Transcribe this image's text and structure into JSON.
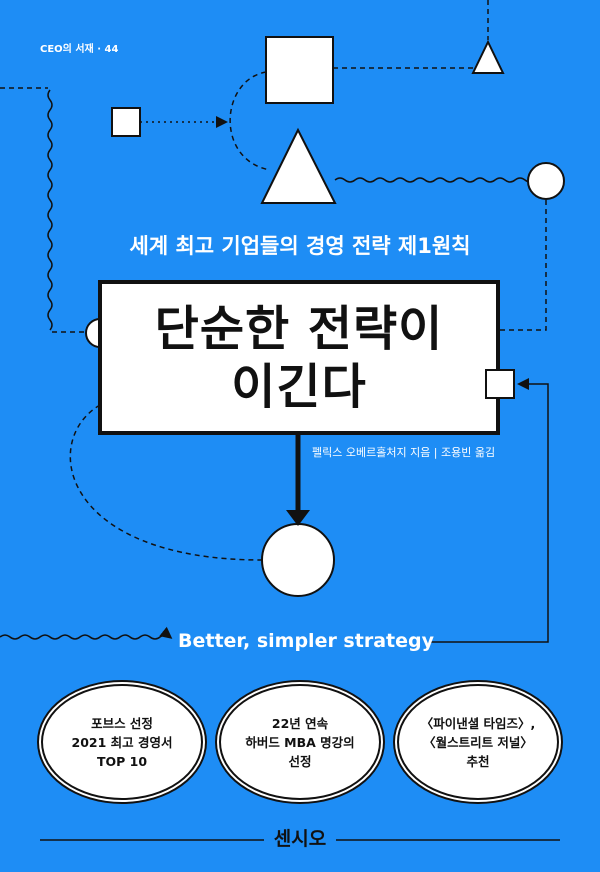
{
  "series_label": "CEO의 서재 · 44",
  "subtitle": "세계 최고 기업들의 경영 전략 제1원칙",
  "title_lines": [
    "단순한 전략이",
    "이긴다"
  ],
  "author_line": "펠릭스 오베르홀처지 지음 | 조용빈 옮김",
  "english_title": "Better, simpler strategy",
  "badges": [
    {
      "lines": [
        "포브스 선정",
        "2021 최고 경영서",
        "TOP 10"
      ]
    },
    {
      "lines": [
        "22년 연속",
        "하버드 MBA 명강의",
        "선정"
      ]
    },
    {
      "lines": [
        "〈파이낸셜 타임즈〉,",
        "〈월스트리트 저널〉",
        "추천"
      ]
    }
  ],
  "publisher": "센시오",
  "colors": {
    "background": "#1e8df5",
    "ink": "#111111",
    "white": "#ffffff"
  }
}
